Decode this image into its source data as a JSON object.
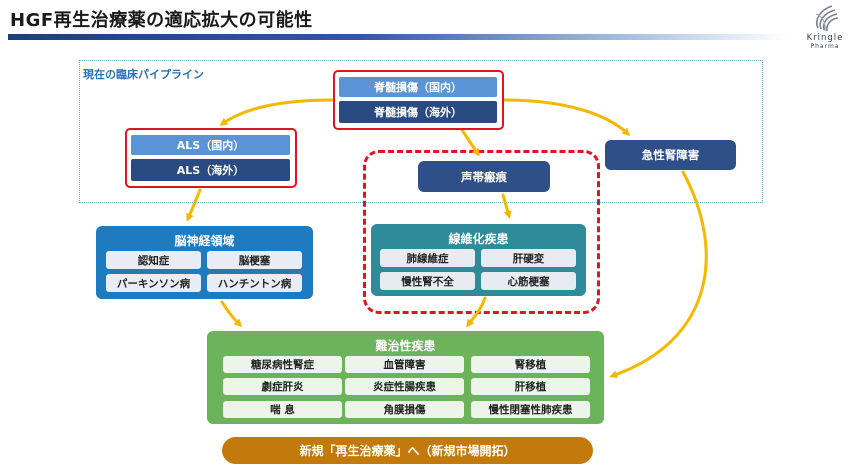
{
  "header": {
    "title": "HGF再生治療薬の適応拡大の可能性",
    "logo_text": "Kringle",
    "logo_sub": "Pharma"
  },
  "pipeline": {
    "label": "現在の臨床パイプライン",
    "spinal": {
      "domestic": "脊髄損傷（国内）",
      "overseas": "脊髄損傷（海外）"
    },
    "als": {
      "domestic": "ALS（国内）",
      "overseas": "ALS（海外）"
    },
    "acute_kidney": "急性腎障害",
    "vocal_scar": "声帯瘢痕"
  },
  "neuro": {
    "title": "脳神経領域",
    "items": [
      "認知症",
      "脳梗塞",
      "パーキンソン病",
      "ハンチントン病"
    ]
  },
  "fibrosis": {
    "title": "線維化疾患",
    "items": [
      "肺線維症",
      "肝硬変",
      "慢性腎不全",
      "心筋梗塞"
    ]
  },
  "intractable": {
    "title": "難治性疾患",
    "items": [
      "糖尿病性腎症",
      "血管障害",
      "腎移植",
      "劇症肝炎",
      "炎症性腸疾患",
      "肝移植",
      "喘 息",
      "角膜損傷",
      "慢性閉塞性肺疾患"
    ]
  },
  "footer_bar": "新規「再生治療薬」へ（新規市場開拓）",
  "colors": {
    "arrow": "#f5b800",
    "red": "#e2141f",
    "navy": "#2e4f87",
    "blue_group": "#1f7bbf",
    "teal_group": "#2f8b9a",
    "green_group": "#6db35b",
    "bottom_bar": "#c17a0b"
  }
}
